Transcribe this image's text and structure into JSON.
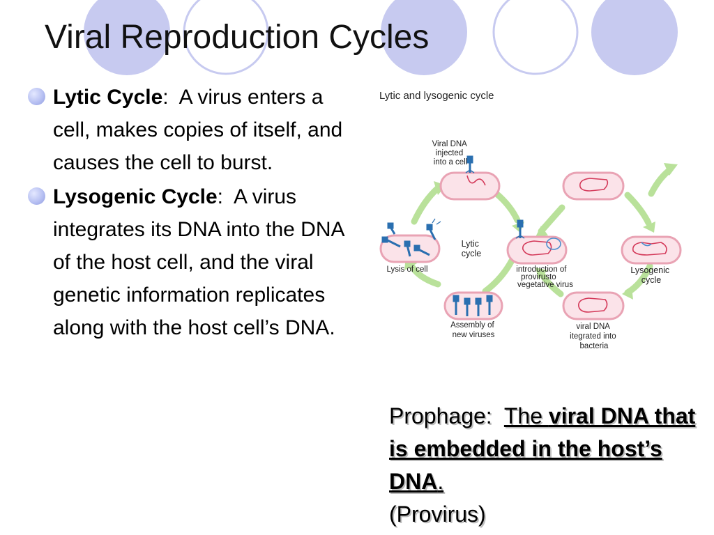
{
  "slide": {
    "title": "Viral Reproduction Cycles",
    "bullets": [
      {
        "term": "Lytic Cycle",
        "colon": ":",
        "text": "  A virus enters a cell, makes copies of itself, and causes the cell to burst."
      },
      {
        "term": "Lysogenic Cycle",
        "colon": ":",
        "text": "  A virus integrates its DNA into the DNA of the host cell, and the viral genetic information replicates along with the host cell’s DNA."
      }
    ],
    "prophage": {
      "label": "Prophage:  ",
      "def_plain": "The ",
      "def_bold": "viral DNA that is embedded in the host’s DNA",
      "period": ".",
      "note": "(Provirus)"
    }
  },
  "diagram": {
    "title": "Lytic and lysogenic cycle",
    "labels": {
      "viral_dna_injected": [
        "Viral DNA",
        "injected",
        "into a cell"
      ],
      "lytic_cycle": [
        "Lytic",
        "cycle"
      ],
      "lysis_of_cell": "Lysis of cell",
      "introduction": [
        "introduction of",
        "provirusto",
        "vegetative virus"
      ],
      "lysogenic_cycle": [
        "Lysogenic",
        "cycle"
      ],
      "assembly": [
        "Assembly of",
        "new viruses"
      ],
      "integrated": [
        "viral DNA",
        "itegrated into",
        "bacteria"
      ]
    }
  },
  "colors": {
    "deco_circles": "#c7caf0",
    "cell_fill": "#fbe3e9",
    "cell_stroke": "#e9a3b4",
    "arrow_green": "#b9e19a",
    "virus_blue": "#2a6fb0",
    "dna_red": "#d43a5a"
  }
}
